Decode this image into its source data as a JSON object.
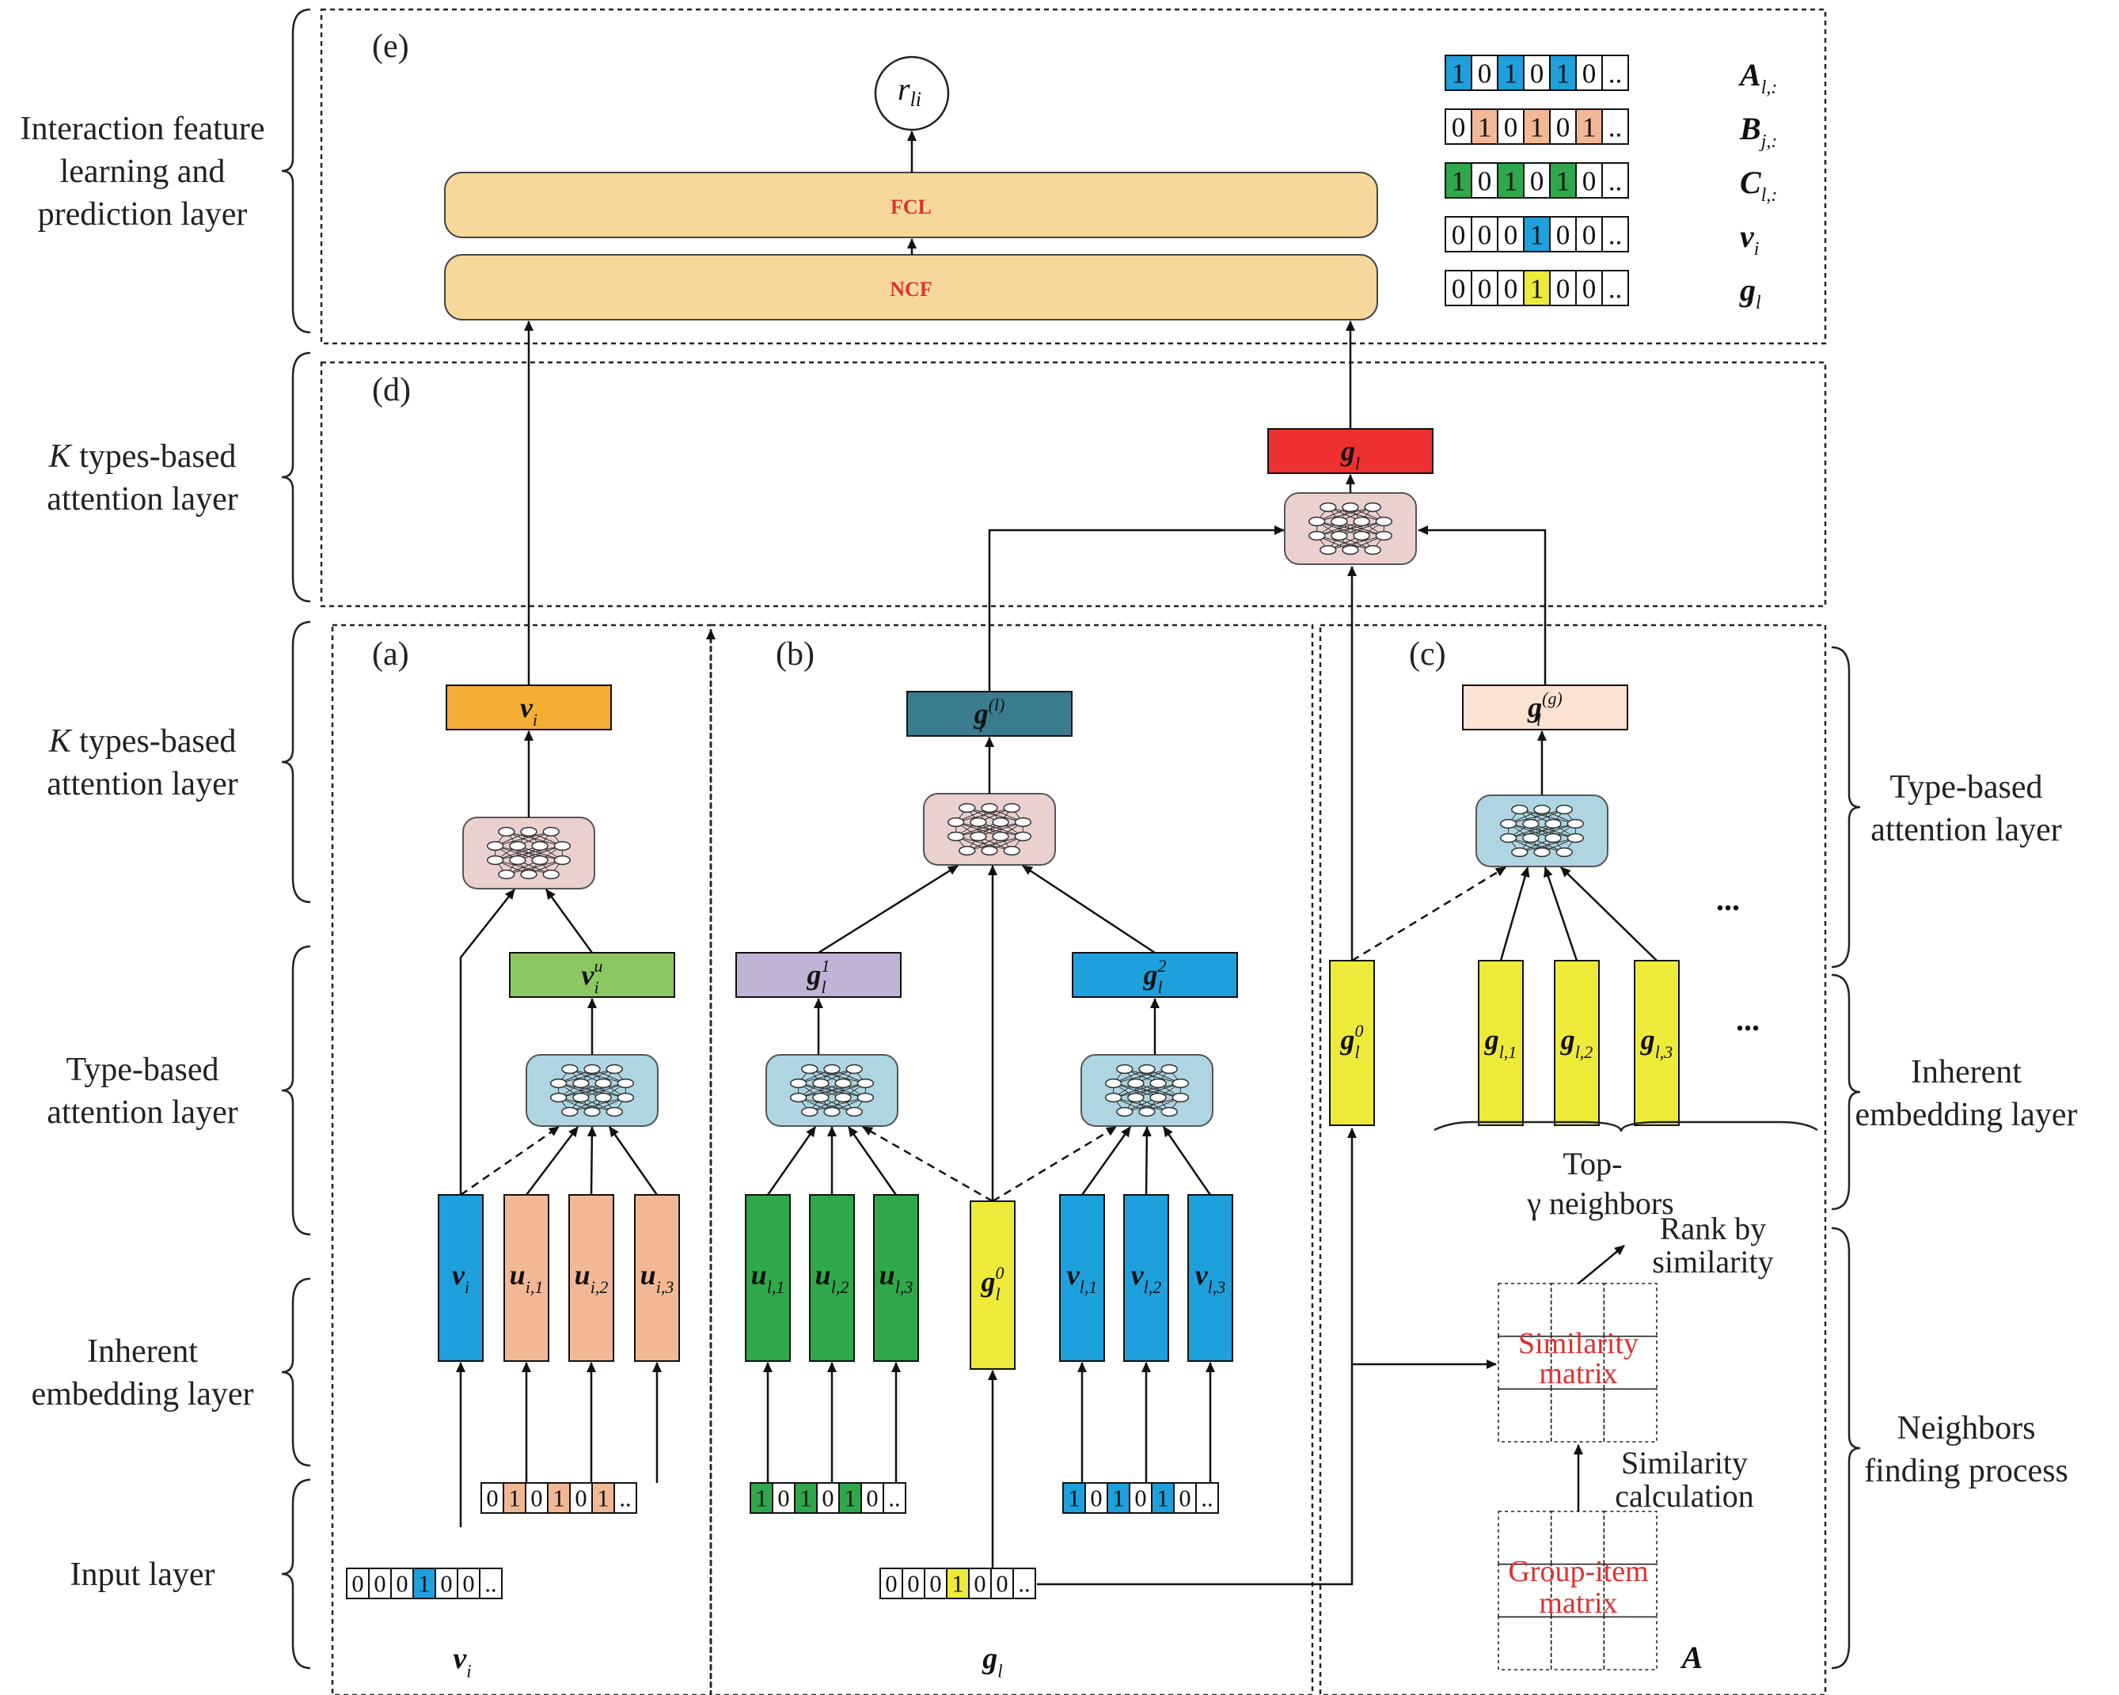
{
  "side_labels": {
    "left": [
      {
        "text": "Interaction feature learning and prediction layer"
      },
      {
        "text": "K types-based attention layer"
      },
      {
        "text": "K types-based attention layer"
      },
      {
        "text": "Type-based attention layer"
      },
      {
        "text": "Inherent embedding layer"
      },
      {
        "text": "Input layer"
      }
    ],
    "right": [
      {
        "text": "Type-based attention layer"
      },
      {
        "text": "Inherent embedding layer"
      },
      {
        "text": "Neighbors finding process"
      }
    ]
  },
  "panels": {
    "e": "(e)",
    "d": "(d)",
    "a": "(a)",
    "b": "(b)",
    "c": "(c)"
  },
  "layers": {
    "fcl": "FCL",
    "ncf": "NCF"
  },
  "output_node": {
    "symbol": "r",
    "subscript": "li"
  },
  "legend": [
    {
      "cells": [
        "1",
        "0",
        "1",
        "0",
        "1",
        "0",
        ".."
      ],
      "highlight": [
        0,
        2,
        4
      ],
      "color": "#1ea0dc",
      "name": "A",
      "sub": "l,:"
    },
    {
      "cells": [
        "0",
        "1",
        "0",
        "1",
        "0",
        "1",
        ".."
      ],
      "highlight": [
        1,
        3,
        5
      ],
      "color": "#f2b896",
      "name": "B",
      "sub": "j,:"
    },
    {
      "cells": [
        "1",
        "0",
        "1",
        "0",
        "1",
        "0",
        ".."
      ],
      "highlight": [
        0,
        2,
        4
      ],
      "color": "#2ea84a",
      "name": "C",
      "sub": "l,:"
    },
    {
      "cells": [
        "0",
        "0",
        "0",
        "1",
        "0",
        "0",
        ".."
      ],
      "highlight": [
        3
      ],
      "color": "#1ea0dc",
      "name": "v",
      "sub": "i"
    },
    {
      "cells": [
        "0",
        "0",
        "0",
        "1",
        "0",
        "0",
        ".."
      ],
      "highlight": [
        3
      ],
      "color": "#eeea3a",
      "name": "g",
      "sub": "l"
    }
  ],
  "vectors": {
    "input_vi": [
      "0",
      "0",
      "0",
      "1",
      "0",
      "0",
      ".."
    ],
    "input_b_row": [
      "0",
      "1",
      "0",
      "1",
      "0",
      "1",
      ".."
    ],
    "input_c_row": [
      "1",
      "0",
      "1",
      "0",
      "1",
      "0",
      ".."
    ],
    "input_a_row": [
      "1",
      "0",
      "1",
      "0",
      "1",
      "0",
      ".."
    ],
    "input_gl": [
      "0",
      "0",
      "0",
      "1",
      "0",
      "0",
      ".."
    ]
  },
  "embeddings": {
    "vi": {
      "main": "v",
      "sub": "i"
    },
    "ui1": {
      "main": "u",
      "sub": "i,1"
    },
    "ui2": {
      "main": "u",
      "sub": "i,2"
    },
    "ui3": {
      "main": "u",
      "sub": "i,3"
    },
    "ul1": {
      "main": "u",
      "sub": "l,1"
    },
    "ul2": {
      "main": "u",
      "sub": "l,2"
    },
    "ul3": {
      "main": "u",
      "sub": "l,3"
    },
    "g0": {
      "main": "g",
      "sub": "l",
      "sup": "0"
    },
    "vl1": {
      "main": "v",
      "sub": "l,1"
    },
    "vl2": {
      "main": "v",
      "sub": "l,2"
    },
    "vl3": {
      "main": "v",
      "sub": "l,3"
    },
    "gl1": {
      "main": "g",
      "sub": "l,1"
    },
    "gl2": {
      "main": "g",
      "sub": "l,2"
    },
    "gl3": {
      "main": "g",
      "sub": "l,3"
    },
    "vi_u": {
      "main": "v",
      "sub": "i",
      "sup": "u"
    },
    "vi_top": {
      "main": "v",
      "sub": "i"
    },
    "g1": {
      "main": "g",
      "sub": "l",
      "sup": "1"
    },
    "g2": {
      "main": "g",
      "sub": "l",
      "sup": "2"
    },
    "gl_l": {
      "main": "g",
      "sub": "l",
      "sup": "(l)"
    },
    "gl_g": {
      "main": "g",
      "sub": "l",
      "sup": "(g)"
    },
    "gl_final": {
      "main": "g",
      "sub": "l"
    }
  },
  "bottom_labels": {
    "a": {
      "main": "v",
      "sub": "i"
    },
    "b": {
      "main": "g",
      "sub": "l"
    },
    "c": "A"
  },
  "neighbors": {
    "top_gamma": "Top-",
    "top_gamma2": "γ neighbors",
    "rank": "Rank by",
    "rank2": "similarity",
    "sim_matrix": "Similarity",
    "sim_matrix2": "matrix",
    "sim_calc": "Similarity",
    "sim_calc2": "calculation",
    "group_item": "Group-item",
    "group_item2": "matrix",
    "ellipsis": "..."
  },
  "colors": {
    "blue": "#1ea0dc",
    "salmon": "#f2b896",
    "green": "#2ea84a",
    "yellow": "#eeea3a",
    "orange": "#f4ad35",
    "lightgreen": "#8cc862",
    "lavender": "#bfb4d6",
    "teal": "#3a7c8e",
    "peach": "#fbe3d3",
    "red": "#ee3030",
    "tan": "#f6d99a",
    "pinknet": "#ebd0d0",
    "bluenet": "#add6e2"
  }
}
